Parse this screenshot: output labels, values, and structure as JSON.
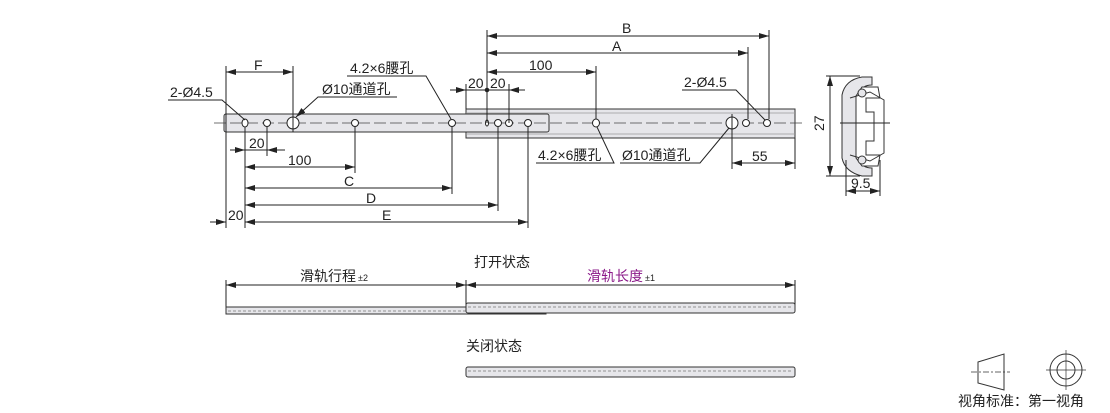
{
  "dimensions": {
    "F": "F",
    "B": "B",
    "A": "A",
    "C": "C",
    "D": "D",
    "E": "E",
    "d100_top": "100",
    "d20a": "20",
    "d20b": "20",
    "d20_bottom": "20",
    "d100_bottom": "100",
    "d20_left": "20",
    "d55": "55",
    "d27": "27",
    "d9_5": "9.5"
  },
  "callouts": {
    "mount_hole_left": "2-Ø4.5",
    "through_hole_left": "Ø10通道孔",
    "slot_left": "4.2×6腰孔",
    "slot_right": "4.2×6腰孔",
    "through_hole_right": "Ø10通道孔",
    "mount_hole_right": "2-Ø4.5"
  },
  "states": {
    "open_label": "打开状态",
    "closed_label": "关闭状态",
    "stroke_label": "滑轨行程",
    "stroke_tol": "±2",
    "length_label": "滑轨长度",
    "length_tol": "±1",
    "length_color": "#8b1a89"
  },
  "projection": {
    "label": "视角标准：第一视角"
  }
}
